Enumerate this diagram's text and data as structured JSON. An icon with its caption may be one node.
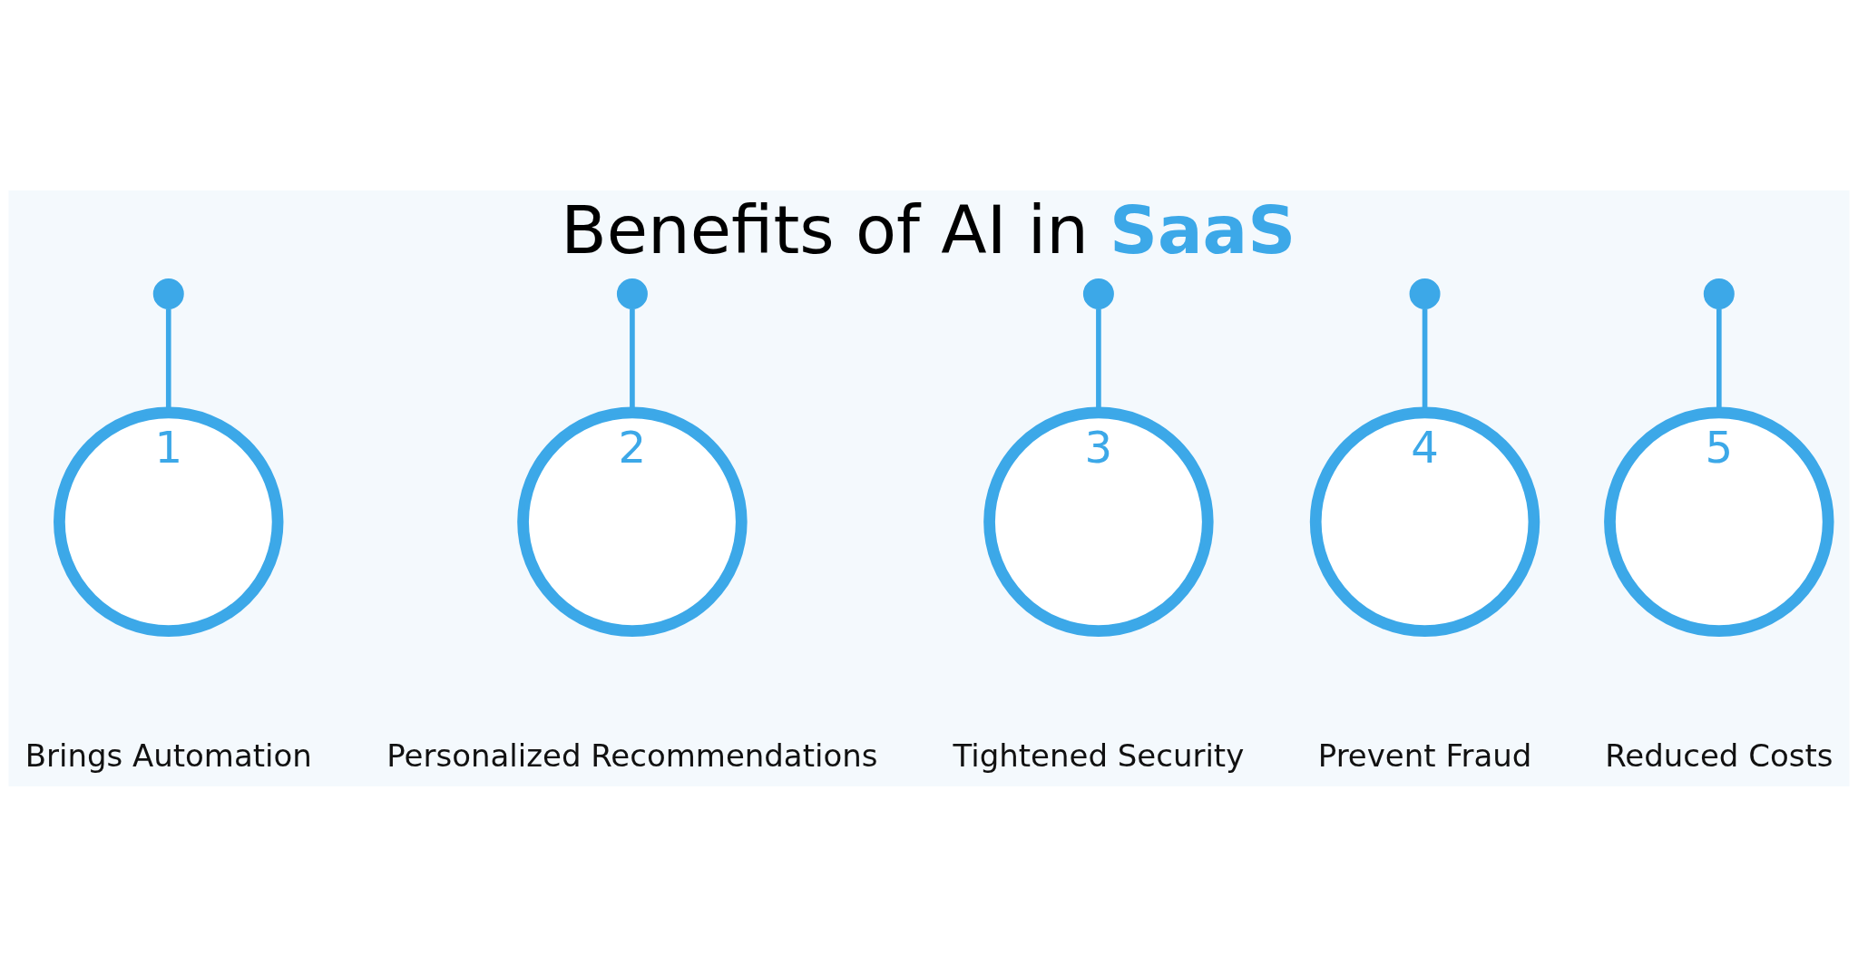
{
  "diagram": {
    "title": "Benefits of AI in **SaaS**",
    "nodes": [
      {
        "text": [],
        "shape": "circle"
      },
      {
        "text": [],
        "shape": "circle"
      },
      {
        "text": [],
        "shape": "circle"
      },
      {
        "text": [],
        "shape": "circle"
      },
      {
        "text": [],
        "shape": "circle"
      },
      {
        "text": [
          "1"
        ],
        "beside": [
          "Brings Automation"
        ]
      },
      {
        "text": [
          "2"
        ],
        "beside": [
          "Personalized Recommendations"
        ]
      },
      {
        "text": [
          "3"
        ],
        "beside": [
          "Tightened Security"
        ]
      },
      {
        "text": [
          "4"
        ],
        "beside": [
          "Prevent Fraud"
        ]
      },
      {
        "text": [
          "5"
        ],
        "beside": [
          "Reduced Costs"
        ]
      }
    ],
    "edges": [
      {
        "from": 0,
        "to": 5,
        "arrow": "none"
      },
      {
        "from": 1,
        "to": 6,
        "arrow": "none"
      },
      {
        "from": 2,
        "to": 7,
        "arrow": "none"
      },
      {
        "from": 3,
        "to": 8,
        "arrow": "none"
      },
      {
        "from": 4,
        "to": 9,
        "arrow": "none"
      }
    ]
  }
}
